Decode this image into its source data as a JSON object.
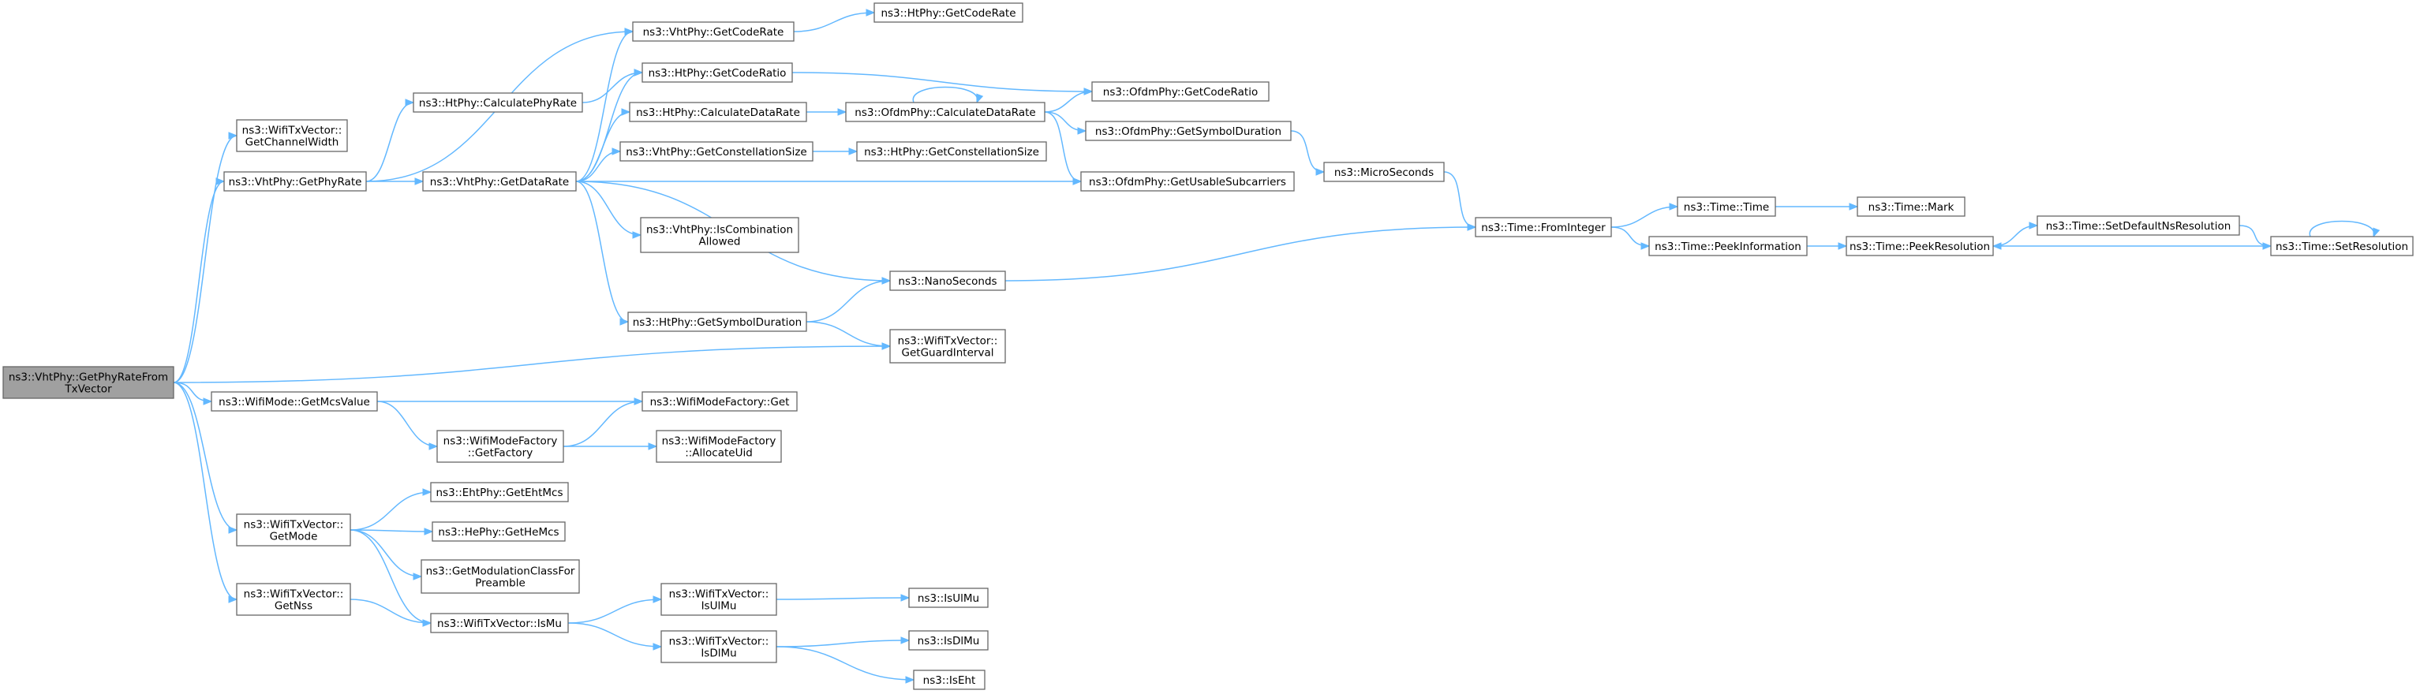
{
  "diagram": {
    "nodes": {
      "root": [
        "ns3::VhtPhy::GetPhyRateFrom",
        "TxVector"
      ],
      "getChannelWidth": [
        "ns3::WifiTxVector::",
        "GetChannelWidth"
      ],
      "getPhyRate": [
        "ns3::VhtPhy::GetPhyRate"
      ],
      "getMcsValue": [
        "ns3::WifiMode::GetMcsValue"
      ],
      "getMode": [
        "ns3::WifiTxVector::",
        "GetMode"
      ],
      "getNss": [
        "ns3::WifiTxVector::",
        "GetNss"
      ],
      "htCalcPhyRate": [
        "ns3::HtPhy::CalculatePhyRate"
      ],
      "vhtGetDataRate": [
        "ns3::VhtPhy::GetDataRate"
      ],
      "vhtGetCodeRate": [
        "ns3::VhtPhy::GetCodeRate"
      ],
      "htGetCodeRate": [
        "ns3::HtPhy::GetCodeRate"
      ],
      "htGetCodeRatio": [
        "ns3::HtPhy::GetCodeRatio"
      ],
      "ofdmGetCodeRatio": [
        "ns3::OfdmPhy::GetCodeRatio"
      ],
      "htCalcDataRate": [
        "ns3::HtPhy::CalculateDataRate"
      ],
      "ofdmCalcDataRate": [
        "ns3::OfdmPhy::CalculateDataRate"
      ],
      "ofdmGetSymbolDuration": [
        "ns3::OfdmPhy::GetSymbolDuration"
      ],
      "vhtGetConstellationSize": [
        "ns3::VhtPhy::GetConstellationSize"
      ],
      "htGetConstellationSize": [
        "ns3::HtPhy::GetConstellationSize"
      ],
      "ofdmGetUsableSubcarriers": [
        "ns3::OfdmPhy::GetUsableSubcarriers"
      ],
      "microSeconds": [
        "ns3::MicroSeconds"
      ],
      "vhtIsCombinationAllowed": [
        "ns3::VhtPhy::IsCombination",
        "Allowed"
      ],
      "nanoSeconds": [
        "ns3::NanoSeconds"
      ],
      "timeFromInteger": [
        "ns3::Time::FromInteger"
      ],
      "timeTime": [
        "ns3::Time::Time"
      ],
      "timeMark": [
        "ns3::Time::Mark"
      ],
      "timePeekInformation": [
        "ns3::Time::PeekInformation"
      ],
      "timePeekResolution": [
        "ns3::Time::PeekResolution"
      ],
      "timeSetDefaultNsResolution": [
        "ns3::Time::SetDefaultNsResolution"
      ],
      "timeSetResolution": [
        "ns3::Time::SetResolution"
      ],
      "htGetSymbolDuration": [
        "ns3::HtPhy::GetSymbolDuration"
      ],
      "getGuardInterval": [
        "ns3::WifiTxVector::",
        "GetGuardInterval"
      ],
      "wifiModeFactoryGet": [
        "ns3::WifiModeFactory::Get"
      ],
      "wifiModeFactoryGetFactory": [
        "ns3::WifiModeFactory",
        "::GetFactory"
      ],
      "wifiModeFactoryAllocateUid": [
        "ns3::WifiModeFactory",
        "::AllocateUid"
      ],
      "ehtGetEhtMcs": [
        "ns3::EhtPhy::GetEhtMcs"
      ],
      "heGetHeMcs": [
        "ns3::HePhy::GetHeMcs"
      ],
      "getModulationClassForPreamble": [
        "ns3::GetModulationClassFor",
        "Preamble"
      ],
      "isMu": [
        "ns3::WifiTxVector::IsMu"
      ],
      "isUlMuVec": [
        "ns3::WifiTxVector::",
        "IsUlMu"
      ],
      "isDlMuVec": [
        "ns3::WifiTxVector::",
        "IsDlMu"
      ],
      "isUlMu": [
        "ns3::IsUlMu"
      ],
      "isDlMu": [
        "ns3::IsDlMu"
      ],
      "isEht": [
        "ns3::IsEht"
      ]
    },
    "edges": [
      [
        "root",
        "getChannelWidth"
      ],
      [
        "root",
        "getPhyRate"
      ],
      [
        "root",
        "getGuardInterval"
      ],
      [
        "root",
        "getMcsValue"
      ],
      [
        "root",
        "getMode"
      ],
      [
        "root",
        "getNss"
      ],
      [
        "getPhyRate",
        "vhtGetCodeRate"
      ],
      [
        "getPhyRate",
        "htCalcPhyRate"
      ],
      [
        "getPhyRate",
        "vhtGetDataRate"
      ],
      [
        "htCalcPhyRate",
        "htGetCodeRatio"
      ],
      [
        "vhtGetCodeRate",
        "htGetCodeRate"
      ],
      [
        "htGetCodeRatio",
        "ofdmGetCodeRatio"
      ],
      [
        "vhtGetDataRate",
        "vhtGetCodeRate"
      ],
      [
        "vhtGetDataRate",
        "htGetCodeRatio"
      ],
      [
        "vhtGetDataRate",
        "htCalcDataRate"
      ],
      [
        "vhtGetDataRate",
        "vhtGetConstellationSize"
      ],
      [
        "vhtGetDataRate",
        "ofdmGetUsableSubcarriers"
      ],
      [
        "vhtGetDataRate",
        "vhtIsCombinationAllowed"
      ],
      [
        "vhtGetDataRate",
        "nanoSeconds"
      ],
      [
        "vhtGetDataRate",
        "htGetSymbolDuration"
      ],
      [
        "htCalcDataRate",
        "ofdmCalcDataRate"
      ],
      [
        "ofdmCalcDataRate",
        "ofdmCalcDataRate"
      ],
      [
        "ofdmCalcDataRate",
        "ofdmGetCodeRatio"
      ],
      [
        "ofdmCalcDataRate",
        "ofdmGetSymbolDuration"
      ],
      [
        "ofdmCalcDataRate",
        "ofdmGetUsableSubcarriers"
      ],
      [
        "ofdmGetSymbolDuration",
        "microSeconds"
      ],
      [
        "vhtGetConstellationSize",
        "htGetConstellationSize"
      ],
      [
        "microSeconds",
        "timeFromInteger"
      ],
      [
        "nanoSeconds",
        "timeFromInteger"
      ],
      [
        "htGetSymbolDuration",
        "nanoSeconds"
      ],
      [
        "htGetSymbolDuration",
        "getGuardInterval"
      ],
      [
        "timeFromInteger",
        "timeTime"
      ],
      [
        "timeFromInteger",
        "timePeekInformation"
      ],
      [
        "timeTime",
        "timeMark"
      ],
      [
        "timePeekInformation",
        "timePeekResolution"
      ],
      [
        "timePeekResolution",
        "timeSetDefaultNsResolution"
      ],
      [
        "timeSetDefaultNsResolution",
        "timeSetResolution"
      ],
      [
        "timeSetResolution",
        "timePeekResolution"
      ],
      [
        "timeSetResolution",
        "timeSetResolution"
      ],
      [
        "getMcsValue",
        "wifiModeFactoryGet"
      ],
      [
        "getMcsValue",
        "wifiModeFactoryGetFactory"
      ],
      [
        "wifiModeFactoryGetFactory",
        "wifiModeFactoryGet"
      ],
      [
        "wifiModeFactoryGetFactory",
        "wifiModeFactoryAllocateUid"
      ],
      [
        "getMode",
        "ehtGetEhtMcs"
      ],
      [
        "getMode",
        "heGetHeMcs"
      ],
      [
        "getMode",
        "getModulationClassForPreamble"
      ],
      [
        "getMode",
        "isMu"
      ],
      [
        "getNss",
        "isMu"
      ],
      [
        "isMu",
        "isUlMuVec"
      ],
      [
        "isMu",
        "isDlMuVec"
      ],
      [
        "isUlMuVec",
        "isUlMu"
      ],
      [
        "isDlMuVec",
        "isDlMu"
      ],
      [
        "isDlMuVec",
        "isEht"
      ]
    ]
  }
}
